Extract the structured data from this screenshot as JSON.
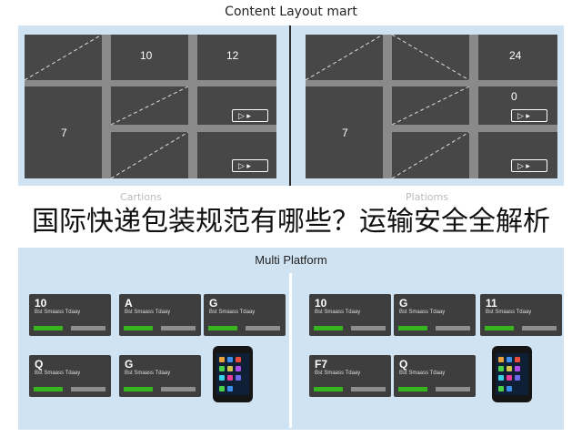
{
  "top_title": "Content Layout mart",
  "top_left_numbers": [
    "10",
    "12",
    "7"
  ],
  "top_right_numbers": [
    "24",
    "7",
    "0"
  ],
  "top_chip_glyph": "▷ ▸",
  "sub_captions": [
    "Cartions",
    "Platioms"
  ],
  "headline": "国际快递包装规范有哪些？运输安全全解析",
  "multi_platform_title": "Multi Platform",
  "left_cards": [
    {
      "letter": "10",
      "sub": "Bst Smaass Tdaay"
    },
    {
      "letter": "A",
      "sub": "Bst Smaass Tdaay"
    },
    {
      "letter": "G",
      "sub": "Bst Smaass Tdaay"
    },
    {
      "letter": "Q",
      "sub": "Bst Smaass Tdaay"
    },
    {
      "letter": "G",
      "sub": "Bst Smaass Tdaay"
    }
  ],
  "right_cards": [
    {
      "letter": "10",
      "sub": "Bst Smaass Tdaay"
    },
    {
      "letter": "G",
      "sub": "Bst Smaass Tdaay"
    },
    {
      "letter": "11",
      "sub": "Bst Smaass Tdaay"
    },
    {
      "letter": "F7",
      "sub": "Bst Smaass Tdaay"
    },
    {
      "letter": "Q",
      "sub": "Bst Smaass Tdaay"
    }
  ],
  "colors": {
    "panel_bg": "#cfe3f3",
    "tile": "#474747",
    "grid_gutter": "#8a8a8a",
    "green": "#36b51f"
  }
}
